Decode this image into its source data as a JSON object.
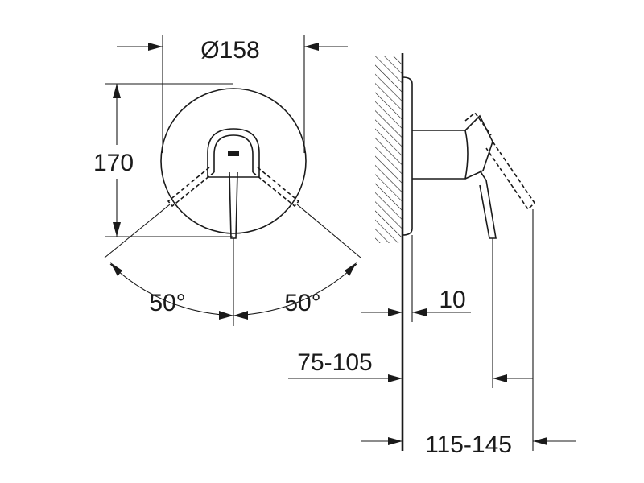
{
  "dimensions": {
    "diameter": "Ø158",
    "height": "170",
    "angle_left": "50°",
    "angle_right": "50°",
    "plate_offset": "10",
    "wall_depth": "75-105",
    "overall_depth": "115-145"
  },
  "colors": {
    "line": "#1a1a1a",
    "background": "#ffffff"
  }
}
